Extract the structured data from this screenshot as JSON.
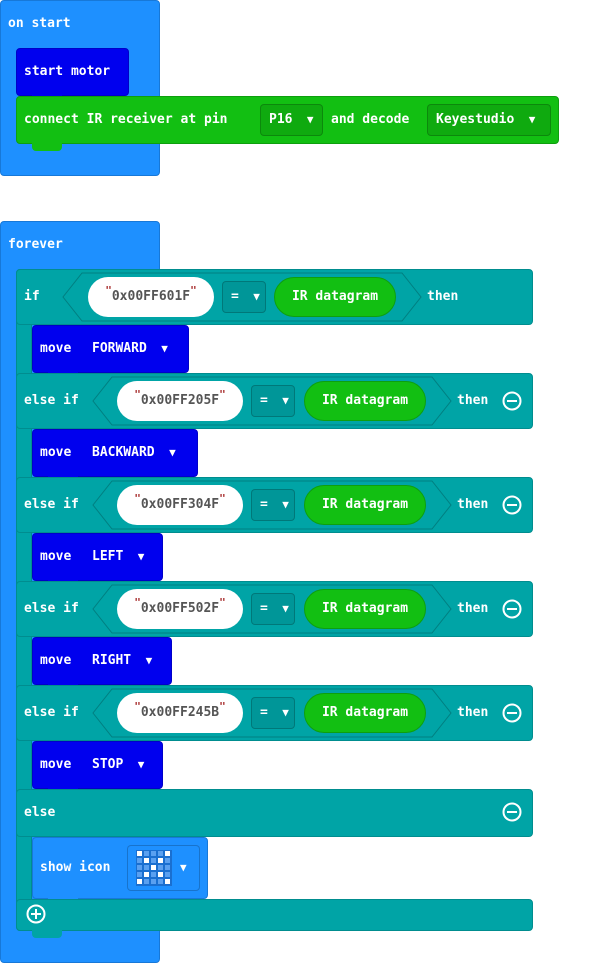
{
  "on_start": {
    "label": "on start",
    "start_motor": "start motor",
    "connect": {
      "text1": "connect IR receiver at pin",
      "pin": "P16",
      "text2": "and decode",
      "decoder": "Keyestudio"
    }
  },
  "forever": {
    "label": "forever",
    "ir_label": "IR datagram",
    "eq": "=",
    "then": "then",
    "branches": [
      {
        "keyword": "if",
        "code": "0x00FF601F",
        "action": "move",
        "direction": "FORWARD"
      },
      {
        "keyword": "else if",
        "code": "0x00FF205F",
        "action": "move",
        "direction": "BACKWARD"
      },
      {
        "keyword": "else if",
        "code": "0x00FF304F",
        "action": "move",
        "direction": "LEFT"
      },
      {
        "keyword": "else if",
        "code": "0x00FF502F",
        "action": "move",
        "direction": "RIGHT"
      },
      {
        "keyword": "else if",
        "code": "0x00FF245B",
        "action": "move",
        "direction": "STOP"
      }
    ],
    "else": {
      "keyword": "else",
      "action": "show icon"
    }
  },
  "colors": {
    "event": "#1e90ff",
    "motor": "#0000ee",
    "ir": "#12bf12",
    "logic": "#00a4a6"
  },
  "icons": {
    "dropdown": "caret-down-icon",
    "remove": "minus-circle-icon",
    "add": "plus-circle-icon",
    "led_icon": "x-pattern-led-icon"
  }
}
